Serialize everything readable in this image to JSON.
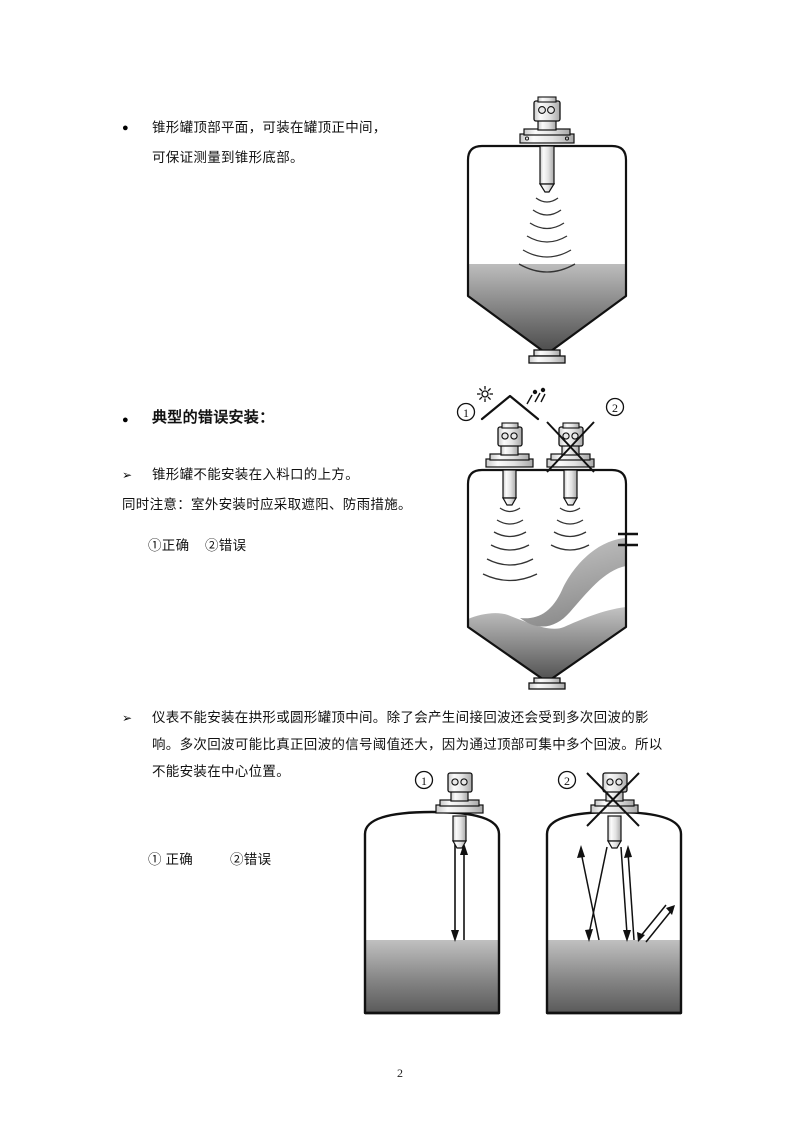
{
  "document": {
    "page_number": "2",
    "language": "zh-CN"
  },
  "bullet1": {
    "marker": "●",
    "line1": "锥形罐顶部平面，可装在罐顶正中间，",
    "line2": "可保证测量到锥形底部。"
  },
  "bullet2": {
    "marker": "●",
    "title": "典型的错误安装："
  },
  "item1": {
    "marker": "➢",
    "line1": "锥形罐不能安装在入料口的上方。",
    "line2": "同时注意：室外安装时应采取遮阳、防雨措施。",
    "legend_correct": "①正确",
    "legend_wrong": "②错误"
  },
  "item2": {
    "marker": "➢",
    "line1": "仪表不能安装在拱形或圆形罐顶中间。除了会产生间接回波还会受到多次回波的影",
    "line2": "响。多次回波可能比真正回波的信号阈值还大，因为通过顶部可集中多个回波。所以",
    "line3": "不能安装在中心位置。",
    "legend_correct": "① 正确",
    "legend_wrong": "②错误"
  },
  "figures": {
    "fig1": {
      "name": "cone-tank-correct-center-mount",
      "tank_type": "cone-bottom-silo",
      "sensor_label": "",
      "sensor_icon": "radar-level-sensor",
      "has_waves": true,
      "fill_level_pct": 42
    },
    "fig2": {
      "name": "cone-tank-inlet-comparison",
      "tank_type": "cone-bottom-silo",
      "label_correct": "①",
      "label_wrong": "②",
      "sun_icon": "sun-icon",
      "rain_icon": "rain-icon",
      "canopy_icon": "sunshade-roof-icon",
      "wrong_marker": "x-cross-icon",
      "inlet_port": "material-inlet-port",
      "fill_level_pct": 52
    },
    "fig3": {
      "name": "dome-tank-offset-mount-correct",
      "tank_type": "dome-top-tank",
      "label": "①",
      "arrow_down": "echo-down-arrow",
      "arrow_up": "echo-up-arrow",
      "fill_level_pct": 45
    },
    "fig4": {
      "name": "dome-tank-center-mount-wrong",
      "tank_type": "dome-top-tank",
      "label": "②",
      "wrong_marker": "x-cross-icon",
      "multi_echo_arrows": "multiple-echo-arrows",
      "fill_level_pct": 45
    }
  },
  "colors": {
    "outline": "#111111",
    "fill_light": "#b9b9b9",
    "fill_dark": "#4e4e4e",
    "metal_light": "#f2f2f2",
    "metal_dark": "#9a9a9a",
    "text": "#111111"
  }
}
